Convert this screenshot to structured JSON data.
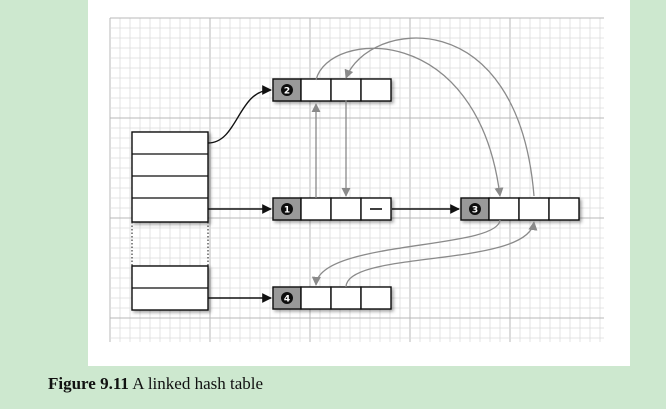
{
  "figure": {
    "caption_label": "Figure 9.11",
    "caption_text": "A linked hash table"
  },
  "diagram": {
    "entries": [
      {
        "id": "entry-1",
        "number": "1"
      },
      {
        "id": "entry-2",
        "number": "2"
      },
      {
        "id": "entry-3",
        "number": "3"
      },
      {
        "id": "entry-4",
        "number": "4"
      }
    ],
    "buckets_visible": 6,
    "colors": {
      "grid_minor": "#dcdcdc",
      "grid_major": "#b9b9b9",
      "box_stroke": "#111111",
      "entry_head_fill": "#999999",
      "bucket_link": "#111111",
      "order_link": "#8a8a8a",
      "page_background": "#cde8cf"
    }
  }
}
